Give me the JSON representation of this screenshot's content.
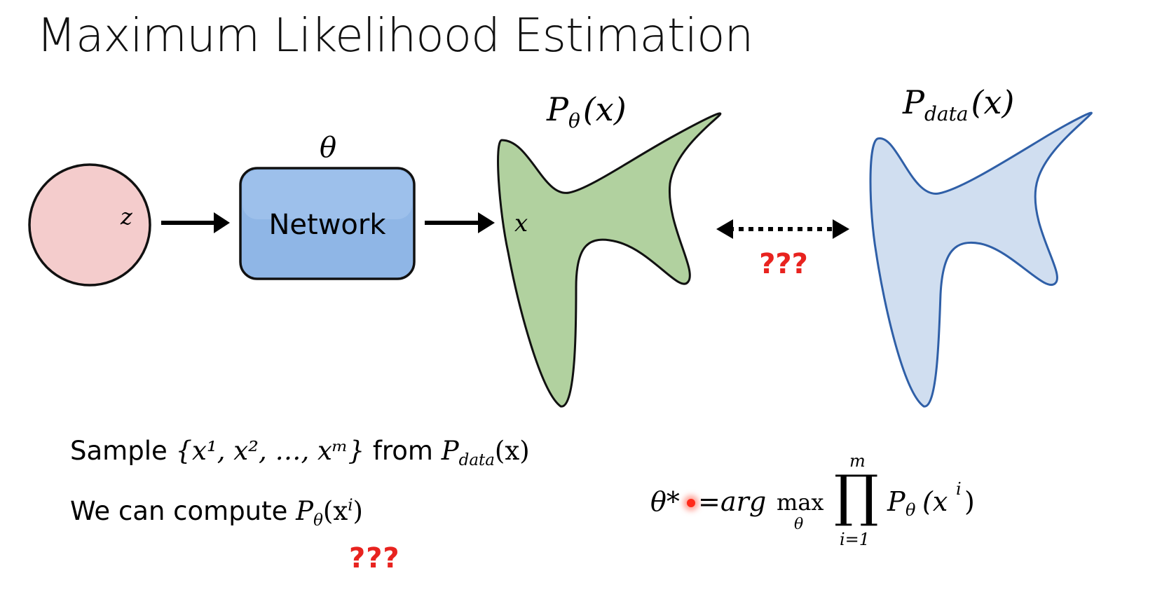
{
  "title": "Maximum Likelihood Estimation",
  "diagram": {
    "z_label": "z",
    "network_label": "Network",
    "theta_label": "θ",
    "x_label": "x",
    "p_theta": {
      "base": "P",
      "sub": "θ",
      "arg": "(x)"
    },
    "p_data": {
      "base": "P",
      "sub": "data",
      "arg": "(x)"
    },
    "compare_label": "???",
    "colors": {
      "circle_fill": "#f4cccc",
      "network_fill": "#8fb6e6",
      "green_shape": "#b1d19f",
      "blue_shape": "#d0def0",
      "blue_outline": "#2f5fa7",
      "question_marks": "#e8231f"
    }
  },
  "text": {
    "line1_prefix": "Sample ",
    "line1_set": "{x¹, x², …, xᵐ}",
    "line1_from": " from ",
    "line2_prefix": "We can compute ",
    "line2_base": "P",
    "line2_sub": "θ",
    "line2_open": "(x",
    "line2_sup": "i",
    "line2_close": ")",
    "bottom_question": "???"
  },
  "formula": {
    "theta_star": "θ*",
    "equals": "=",
    "arg": "arg",
    "max": "max",
    "max_sub": "θ",
    "product": "∏",
    "upper": "m",
    "lower": "i=1",
    "term_base": "P",
    "term_sub": "θ",
    "term_open": "(x",
    "term_sup": "i",
    "term_close": ")"
  }
}
